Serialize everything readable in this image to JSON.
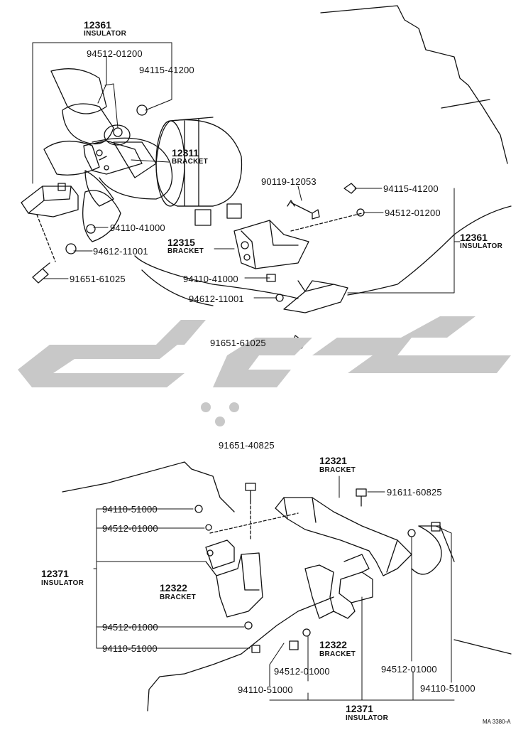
{
  "labels": {
    "top_left_insulator_num": "12361",
    "top_left_insulator_name": "INSULATOR",
    "p94512_01200_a": "94512-01200",
    "p94115_41200_a": "94115-41200",
    "bracket_12311_num": "12311",
    "bracket_12311_name": "BRACKET",
    "p90119_12053": "90119-12053",
    "p94115_41200_b": "94115-41200",
    "p94512_01200_b": "94512-01200",
    "right_insulator_num": "12361",
    "right_insulator_name": "INSULATOR",
    "p94110_41000_a": "94110-41000",
    "bracket_12315_num": "12315",
    "bracket_12315_name": "BRACKET",
    "p94612_11001_a": "94612-11001",
    "p91651_61025_a": "91651-61025",
    "p94110_41000_b": "94110-41000",
    "p94612_11001_b": "94612-11001",
    "p91651_61025_b": "91651-61025",
    "p91651_40825": "91651-40825",
    "bracket_12321_num": "12321",
    "bracket_12321_name": "BRACKET",
    "p91611_60825": "91611-60825",
    "p94110_51000_a": "94110-51000",
    "p94512_01000_a": "94512-01000",
    "left_insulator_12371_num": "12371",
    "left_insulator_12371_name": "INSULATOR",
    "bracket_12322_a_num": "12322",
    "bracket_12322_a_name": "BRACKET",
    "p94512_01000_b": "94512-01000",
    "p94110_51000_b": "94110-51000",
    "bracket_12322_b_num": "12322",
    "bracket_12322_b_name": "BRACKET",
    "p94512_01000_c": "94512-01000",
    "p94512_01000_d": "94512-01000",
    "p94110_51000_c": "94110-51000",
    "p94110_51000_d": "94110-51000",
    "bottom_insulator_num": "12371",
    "bottom_insulator_name": "INSULATOR",
    "figure_code": "MA 3380-A"
  },
  "colors": {
    "line": "#111111",
    "watermark": "#c8c8c8"
  }
}
